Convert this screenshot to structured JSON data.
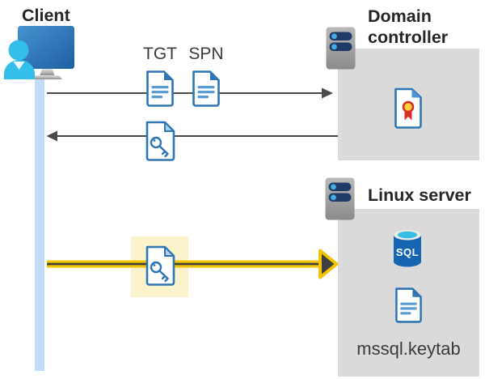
{
  "diagram": {
    "client": {
      "label": "Client"
    },
    "messages": {
      "tgt_label": "TGT",
      "spn_label": "SPN"
    },
    "domain_controller": {
      "label": "Domain controller"
    },
    "linux_server": {
      "label": "Linux server",
      "sql_badge": "SQL",
      "keytab_label": "mssql.keytab"
    },
    "colors": {
      "doc_blue": "#2E75B6",
      "doc_line_blue": "#5B9BD5",
      "gray_zone": "#DADADA",
      "arrow_gray": "#4A4A4A",
      "arrow_dark": "#3F3F3F",
      "arrow_yellow": "#F2C500",
      "highlight_yellow": "#FBF3CB",
      "timeline_blue": "#C2DCF8",
      "server_pill_navy": "#1E3A66",
      "server_dot_blue": "#45AEE0",
      "sql_blue": "#1565B3",
      "sql_cyan": "#38BCE4",
      "cert_red": "#D93025",
      "cert_yellow": "#FFD23B",
      "person_cyan": "#33BFEA",
      "title_text": "#262626",
      "label_text": "#3A3A3A"
    }
  }
}
